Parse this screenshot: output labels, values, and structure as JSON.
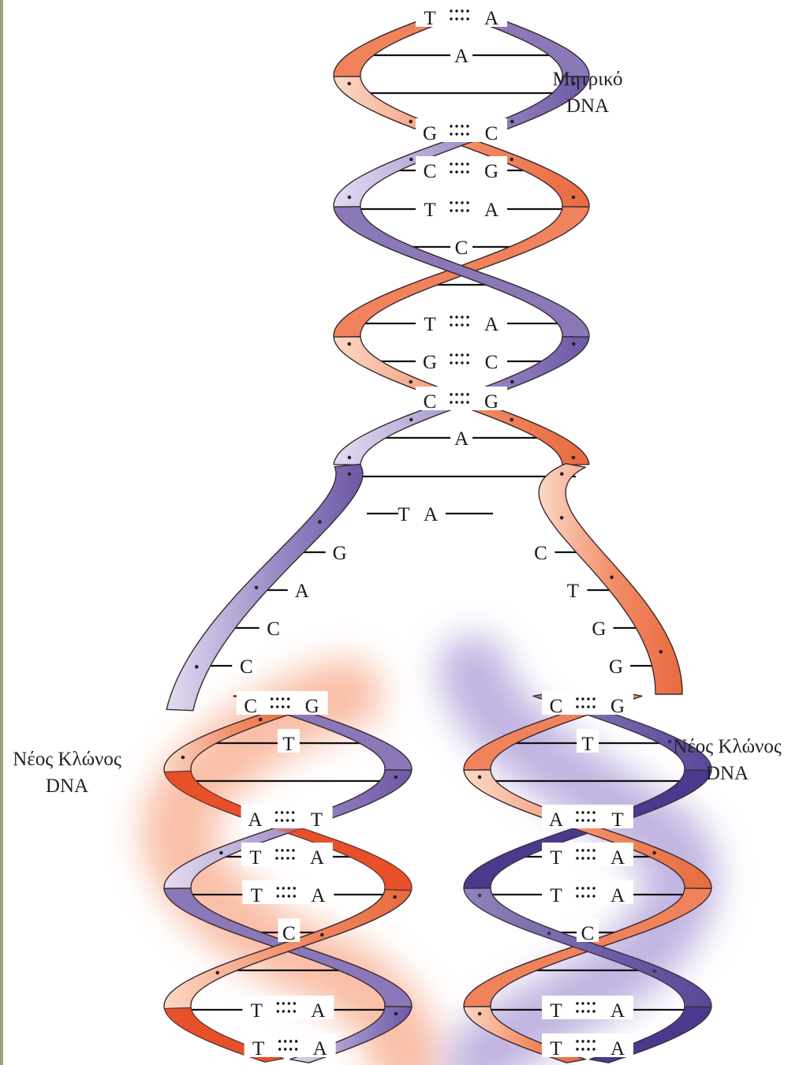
{
  "labels": {
    "parent_line1": "Μητρικό",
    "parent_line2": "DNA",
    "new_left_line1": "Νέος Κλώνος",
    "new_left_line2": "DNA",
    "new_right_line1": "Νέος Κλώνος",
    "new_right_line2": "DNA"
  },
  "bases": {
    "top": [
      "T",
      "A",
      "A",
      "G",
      "C",
      "C",
      "G",
      "T",
      "A",
      "C",
      "T",
      "A",
      "G",
      "C",
      "C",
      "G",
      "A",
      "T",
      "A"
    ],
    "left_template": [
      "G",
      "A",
      "C",
      "C"
    ],
    "right_template": [
      "C",
      "T",
      "G",
      "G"
    ],
    "left_daughter": [
      "C",
      "G",
      "T",
      "A",
      "T",
      "T",
      "A",
      "T",
      "A",
      "C",
      "T",
      "A",
      "T",
      "A"
    ],
    "right_daughter": [
      "C",
      "G",
      "T",
      "A",
      "T",
      "T",
      "A",
      "T",
      "A",
      "C",
      "T",
      "A",
      "T",
      "A"
    ]
  },
  "colors": {
    "parent_orange": "#f0825c",
    "parent_purple": "#8a78b8",
    "new_orange": "#e8502a",
    "new_purple": "#4a3a8c",
    "outline": "#3a2a30",
    "left_margin": "#9aa47a"
  }
}
